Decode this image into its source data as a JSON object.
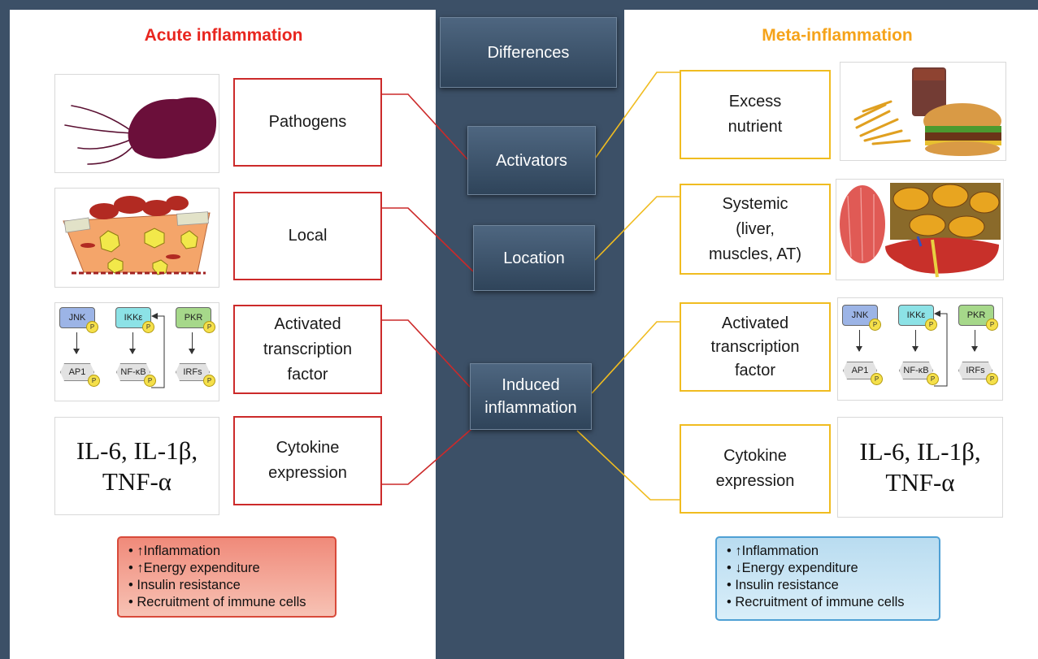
{
  "left_heading": "Acute inflammation",
  "right_heading": "Meta-inflammation",
  "center": {
    "differences": "Differences",
    "activators": "Activators",
    "location": "Location",
    "induced": [
      "Induced",
      "inflammation"
    ]
  },
  "left_boxes": {
    "pathogens": "Pathogens",
    "local": "Local",
    "tf": [
      "Activated",
      "transcription",
      "factor"
    ],
    "cyto": [
      "Cytokine",
      "expression"
    ]
  },
  "right_boxes": {
    "nutrient": [
      "Excess",
      "nutrient"
    ],
    "systemic": [
      "Systemic",
      "(liver,",
      "muscles, AT)"
    ],
    "tf": [
      "Activated",
      "transcription",
      "factor"
    ],
    "cyto": [
      "Cytokine",
      "expression"
    ]
  },
  "cytokines": {
    "line1": "IL-6, IL-1β,",
    "line2": "TNF-α"
  },
  "pathway": {
    "jnk": "JNK",
    "ikk": "IKKε",
    "pkr": "PKR",
    "ap1": "AP1",
    "nfkb": "NF-κB",
    "irfs": "IRFs",
    "p": "P"
  },
  "left_summary": [
    "• ↑Inflammation",
    "• ↑Energy expenditure",
    "• Insulin resistance",
    "• Recruitment of immune cells"
  ],
  "right_summary": [
    "• ↑Inflammation",
    "• ↓Energy expenditure",
    "• Insulin resistance",
    "• Recruitment of immune cells"
  ],
  "colors": {
    "acute": "#cc2a2a",
    "meta": "#f0bc20",
    "center": "#3c5067"
  }
}
